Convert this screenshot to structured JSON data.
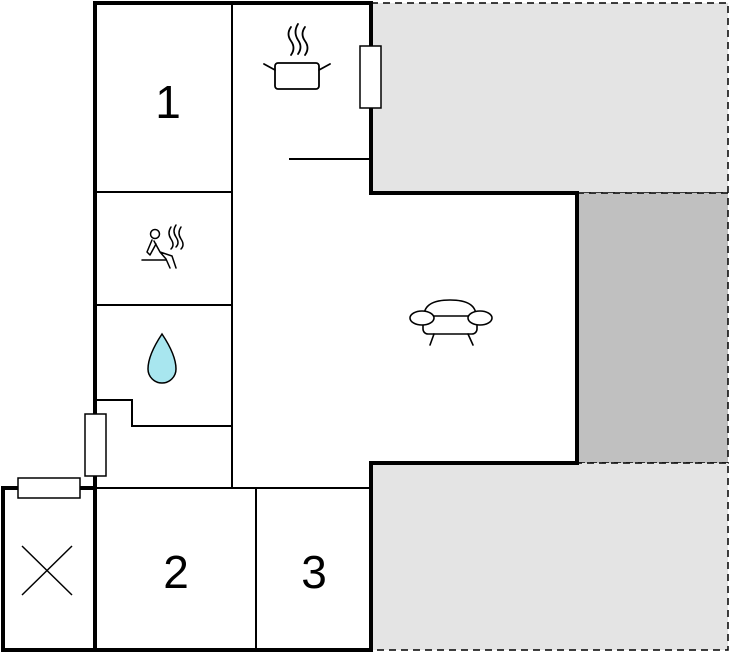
{
  "floorplan": {
    "rooms": [
      {
        "id": "bedroom-1",
        "label": "1"
      },
      {
        "id": "bedroom-2",
        "label": "2"
      },
      {
        "id": "bedroom-3",
        "label": "3"
      }
    ],
    "icons": [
      {
        "room": "kitchen",
        "name": "cooking-pot-icon"
      },
      {
        "room": "sauna",
        "name": "sauna-icon"
      },
      {
        "room": "bathroom",
        "name": "water-drop-icon"
      },
      {
        "room": "living-room",
        "name": "sofa-icon"
      },
      {
        "room": "utility",
        "name": "cross-mark-icon"
      }
    ],
    "colors": {
      "wall": "#000000",
      "terrace": "#e4e4e4",
      "covered_terrace": "#c0c0c0",
      "water": "#a8e6ef",
      "floor": "#ffffff"
    }
  }
}
